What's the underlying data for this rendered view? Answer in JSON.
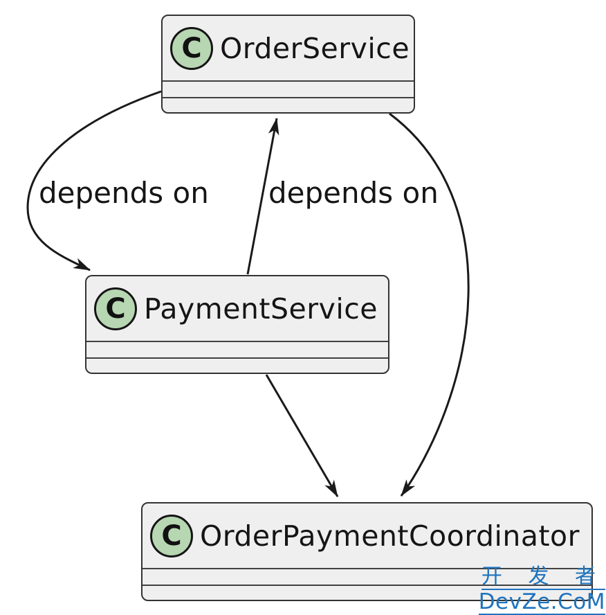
{
  "diagram": {
    "type": "uml-class-diagram",
    "classes": [
      {
        "id": "OrderService",
        "stereotype_letter": "C",
        "name": "OrderService",
        "attributes": [],
        "methods": []
      },
      {
        "id": "PaymentService",
        "stereotype_letter": "C",
        "name": "PaymentService",
        "attributes": [],
        "methods": []
      },
      {
        "id": "OrderPaymentCoordinator",
        "stereotype_letter": "C",
        "name": "OrderPaymentCoordinator",
        "attributes": [],
        "methods": []
      }
    ],
    "edges": [
      {
        "from": "OrderService",
        "to": "PaymentService",
        "label": "depends on"
      },
      {
        "from": "PaymentService",
        "to": "OrderService",
        "label": "depends on"
      },
      {
        "from": "PaymentService",
        "to": "OrderPaymentCoordinator",
        "label": ""
      },
      {
        "from": "OrderService",
        "to": "OrderPaymentCoordinator",
        "label": ""
      }
    ]
  },
  "watermark": {
    "line1": "开 发 者",
    "line2": "DevZe.CoM"
  },
  "colors": {
    "box_fill": "#efefef",
    "box_border": "#333333",
    "divider": "#404040",
    "circle_fill": "#b7d6b2",
    "circle_border": "#151515",
    "arrow": "#1a1a1a",
    "text": "#111111",
    "watermark": "#1e73be"
  }
}
